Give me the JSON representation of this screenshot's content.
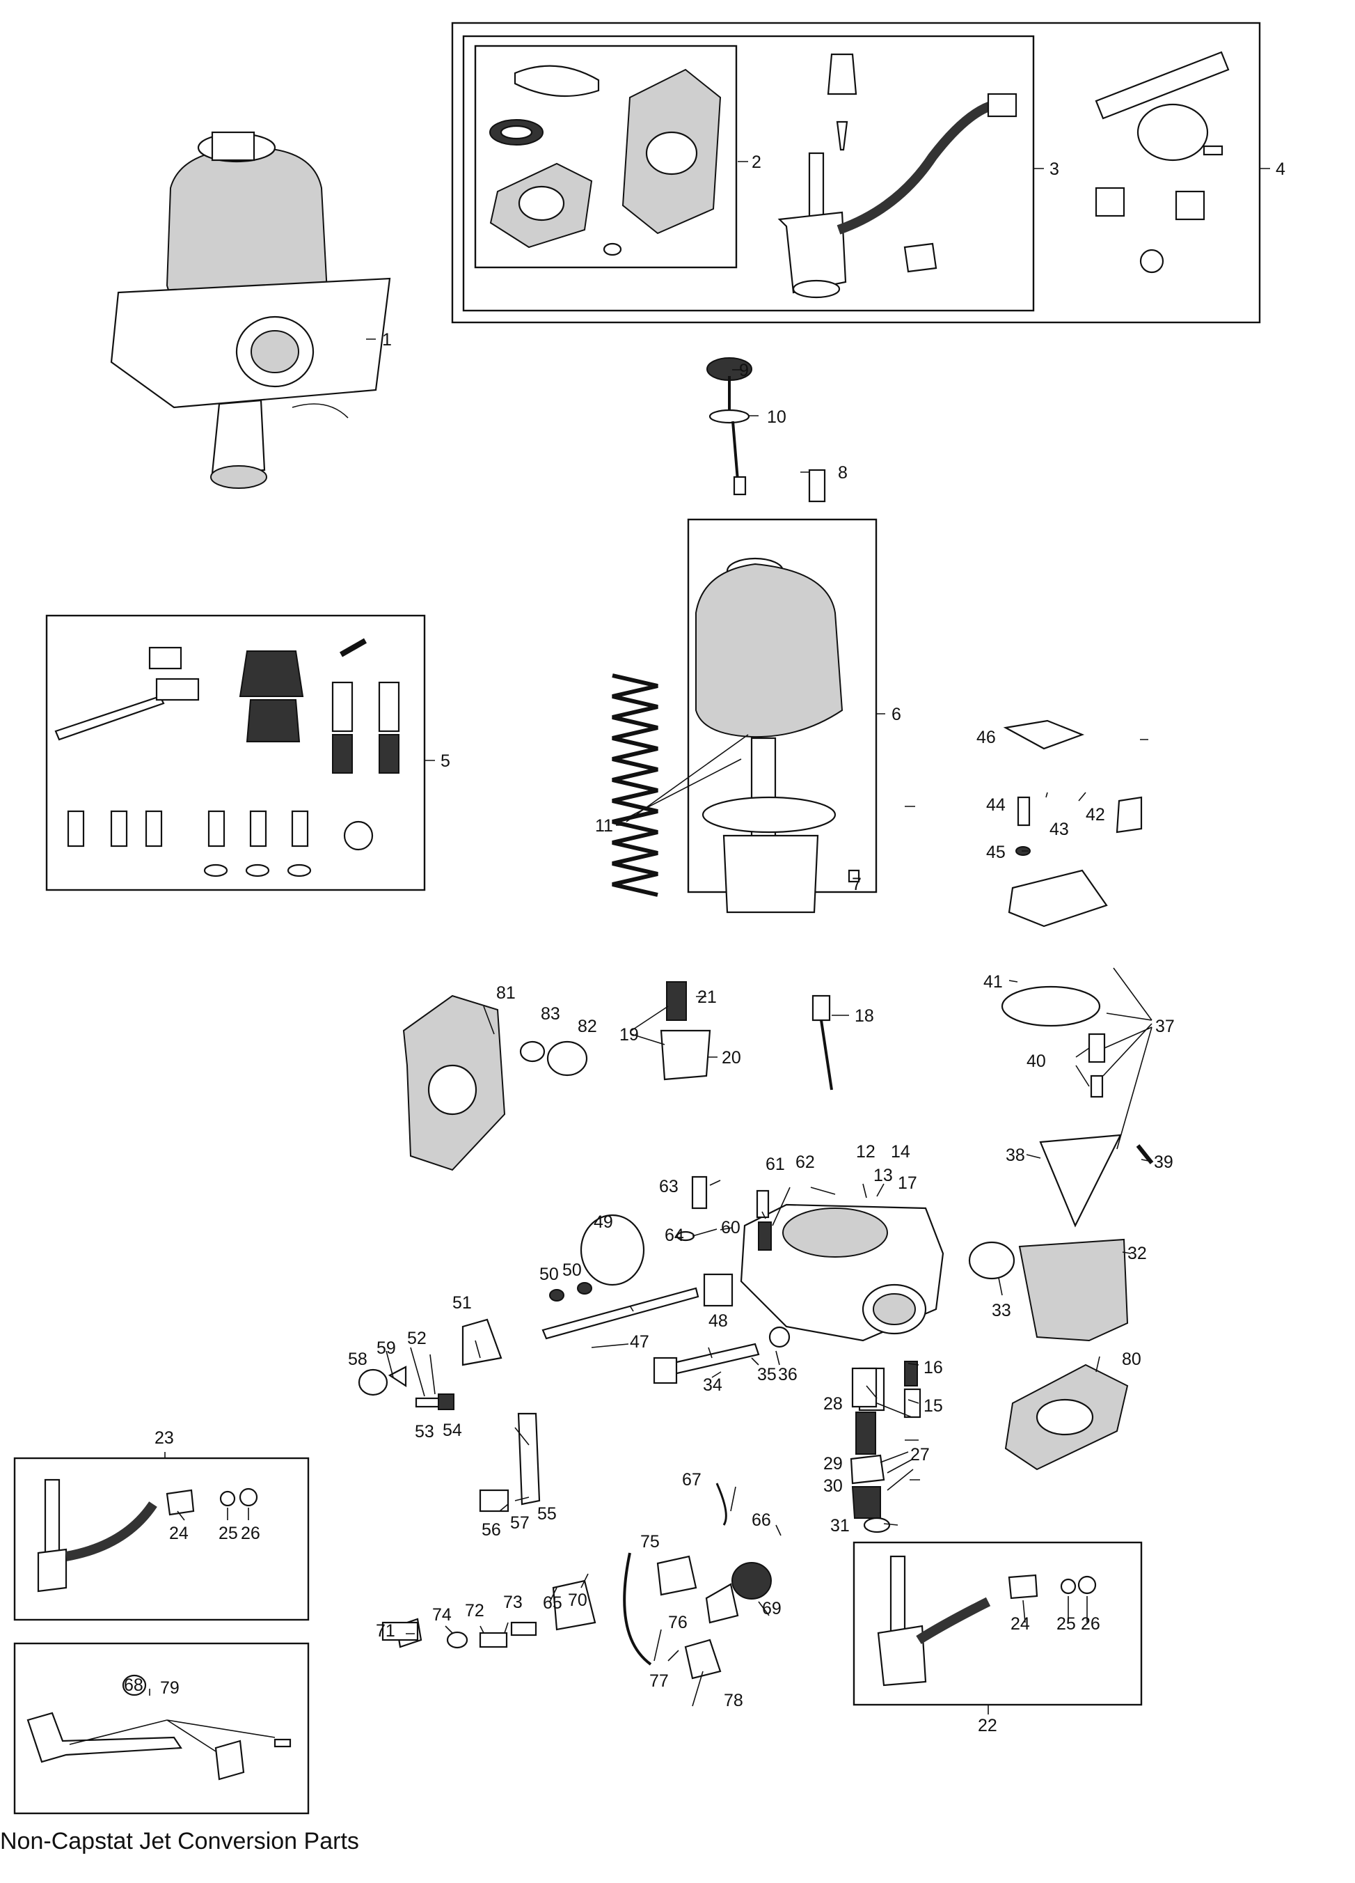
{
  "caption": "Non-Capstat Jet Conversion Parts",
  "part_labels": [
    "1",
    "2",
    "3",
    "4",
    "5",
    "6",
    "7",
    "8",
    "9",
    "10",
    "11",
    "12",
    "13",
    "14",
    "15",
    "16",
    "17",
    "18",
    "19",
    "20",
    "21",
    "22",
    "23",
    "24",
    "25",
    "26",
    "27",
    "28",
    "29",
    "30",
    "31",
    "32",
    "33",
    "34",
    "35",
    "36",
    "37",
    "38",
    "39",
    "40",
    "41",
    "42",
    "43",
    "44",
    "45",
    "46",
    "47",
    "48",
    "49",
    "50",
    "51",
    "52",
    "53",
    "54",
    "55",
    "56",
    "57",
    "58",
    "59",
    "60",
    "61",
    "62",
    "63",
    "64",
    "65",
    "66",
    "67",
    "68",
    "69",
    "70",
    "71",
    "72",
    "73",
    "74",
    "75",
    "76",
    "77",
    "78",
    "79",
    "80",
    "81",
    "82",
    "83"
  ],
  "repeat_labels": {
    "label_24": "24",
    "label_25": "25",
    "label_26": "26",
    "label_50": "50"
  }
}
